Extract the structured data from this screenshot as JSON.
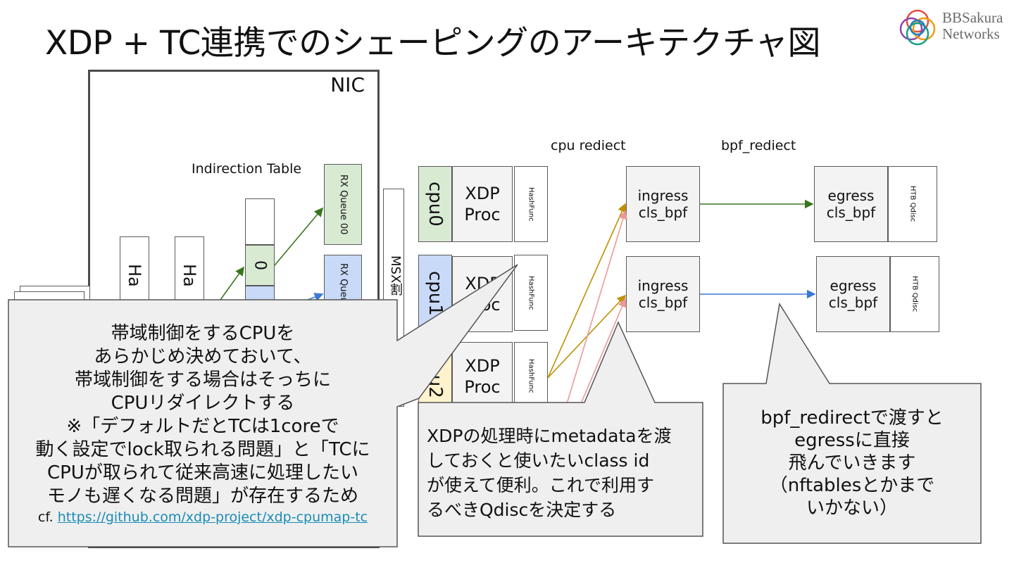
{
  "title": "XDP + TC連携でのシェーピングのアーキテクチャ図",
  "logo": {
    "line1": "BBSakura",
    "line2": "Networks"
  },
  "nic": {
    "label": "NIC",
    "indirection_table_label": "Indirection Table",
    "table_entry_0": "0",
    "hash_boxes": [
      "Ha",
      "Ha"
    ],
    "rx_queues": [
      "RX Queue 00",
      "RX Queue 01"
    ],
    "msx_label": "MSX割"
  },
  "cpus": [
    {
      "name": "cpu0",
      "xdp": "XDP Proc",
      "hash": "HashFunc",
      "color": "#d9ead3"
    },
    {
      "name": "cpu1",
      "xdp": "XDP Proc",
      "hash": "HashFunc",
      "color": "#c9daf8"
    },
    {
      "name": "cpu2",
      "xdp": "XDP Proc",
      "hash": "HashFunc",
      "color": "#fff2cc"
    }
  ],
  "labels": {
    "cpu_redirect": "cpu rediect",
    "bpf_redirect": "bpf_rediect"
  },
  "ingress": [
    "ingress cls_bpf",
    "ingress cls_bpf"
  ],
  "egress": [
    "egress cls_bpf",
    "egress cls_bpf"
  ],
  "qdisc": [
    "HTB Qdisc",
    "HTB Qdisc"
  ],
  "callouts": {
    "left": {
      "lines": [
        "帯域制御をするCPUを",
        "あらかじめ決めておいて、",
        "帯域制御をする場合はそっちに",
        "CPUリダイレクトする",
        "※「デフォルトだとTCは1coreで",
        "動く設定でlock取られる問題」と「TCに",
        "CPUが取られて従来高速に処理したい",
        "モノも遅くなる問題」が存在するため"
      ],
      "cf": "cf. ",
      "link": "https://github.com/xdp-project/xdp-cpumap-tc"
    },
    "middle": {
      "lines": [
        "XDPの処理時にmetadataを渡",
        "しておくと使いたいclass id",
        "が使えて便利。これで利用す",
        "るべきQdiscを決定する"
      ]
    },
    "right": {
      "lines": [
        "bpf_redirectで渡すと",
        "egressに直接",
        "飛んでいきます",
        "（nftablesとかまで",
        "いかない）"
      ]
    }
  },
  "colors": {
    "green_arrow": "#38761d",
    "blue_arrow": "#3c78d8",
    "orange_arrow": "#bf9000",
    "pink_arrow": "#ea9999",
    "callout_fill": "#efefef"
  }
}
